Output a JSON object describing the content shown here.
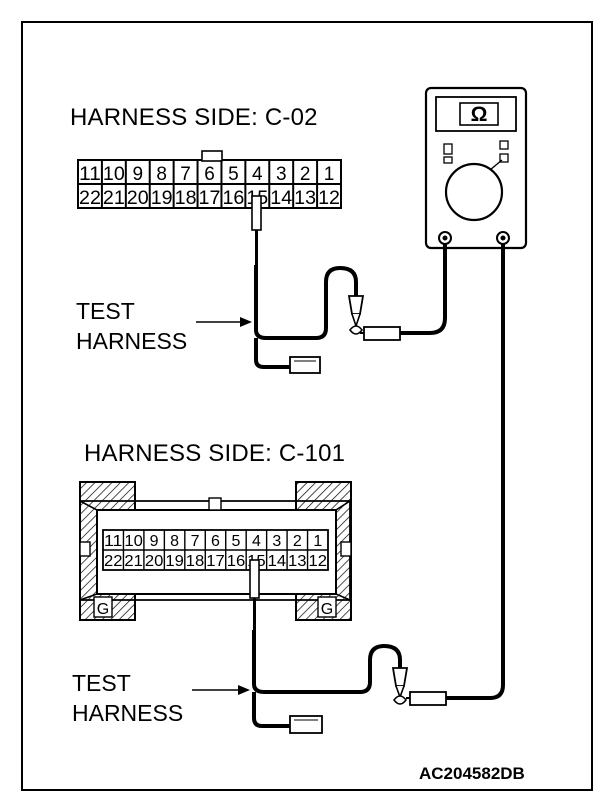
{
  "connector_top": {
    "title": "HARNESS SIDE: C-02",
    "row_top": [
      "11",
      "10",
      "9",
      "8",
      "7",
      "6",
      "5",
      "4",
      "3",
      "2",
      "1"
    ],
    "row_bottom": [
      "22",
      "21",
      "20",
      "19",
      "18",
      "17",
      "16",
      "15",
      "14",
      "13",
      "12"
    ]
  },
  "connector_bottom": {
    "title": "HARNESS SIDE: C-101",
    "row_top": [
      "11",
      "10",
      "9",
      "8",
      "7",
      "6",
      "5",
      "4",
      "3",
      "2",
      "1"
    ],
    "row_bottom": [
      "22",
      "21",
      "20",
      "19",
      "18",
      "17",
      "16",
      "15",
      "14",
      "13",
      "12"
    ],
    "ground_left": "G",
    "ground_right": "G"
  },
  "test_harness_top": {
    "line1": "TEST",
    "line2": "HARNESS"
  },
  "test_harness_bottom": {
    "line1": "TEST",
    "line2": "HARNESS"
  },
  "meter": {
    "symbol": "Ω"
  },
  "figure_code": "AC204582DB",
  "colors": {
    "line": "#000000",
    "hatch": "#000000",
    "background": "#ffffff"
  }
}
